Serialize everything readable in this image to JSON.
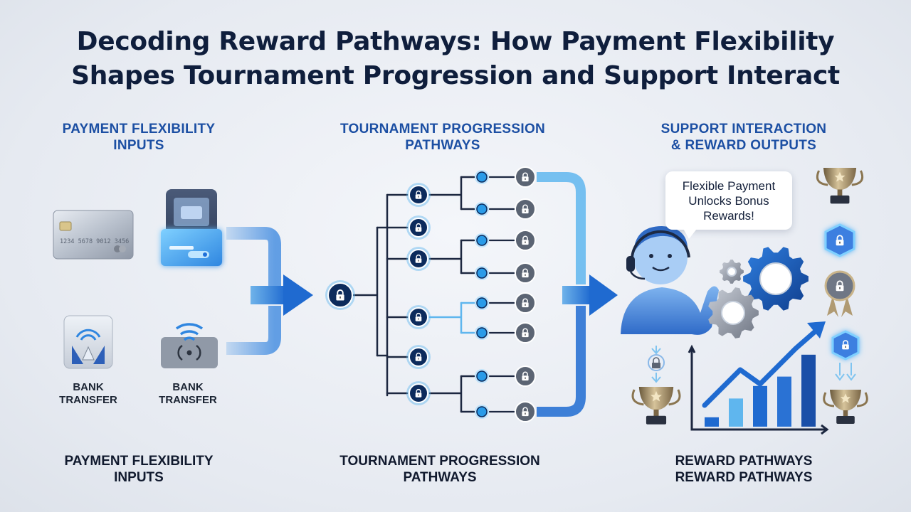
{
  "title": {
    "line1": "Decoding Reward Pathways: How Payment Flexibility",
    "line2": "Shapes Tournament Progression and Support Interact"
  },
  "columns": {
    "inputs": {
      "head_line1": "PAYMENT FLEXIBILITY",
      "head_line2": "INPUTS",
      "foot_line1": "PAYMENT FLEXIBILITY",
      "foot_line2": "INPUTS"
    },
    "pathways": {
      "head_line1": "TOURNAMENT PROGRESSION",
      "head_line2": "PATHWAYS",
      "foot_line1": "TOURNAMENT PROGRESSION",
      "foot_line2": "PATHWAYS"
    },
    "outputs": {
      "head_line1": "SUPPORT INTERACTION",
      "head_line2": "& REWARD OUTPUTS",
      "foot_line1": "REWARD PATHWAYS",
      "foot_line2": "REWARD PATHWAYS"
    }
  },
  "payment_methods": [
    {
      "icon": "credit-card-icon",
      "label": ""
    },
    {
      "icon": "digital-wallet-icon",
      "label": ""
    },
    {
      "icon": "bank-transfer-icon",
      "label_line1": "BANK",
      "label_line2": "TRANSFER"
    },
    {
      "icon": "contactless-payment-icon",
      "label_line1": "BANK",
      "label_line2": "TRANSFER"
    }
  ],
  "card_number_text": "1234 5678 9012 3456",
  "support": {
    "bubble_line1": "Flexible Payment",
    "bubble_line2": "Unlocks Bonus",
    "bubble_line3": "Rewards!"
  },
  "growth_chart": {
    "bars": [
      0.12,
      0.36,
      0.52,
      0.64,
      0.92
    ],
    "trend": "up"
  },
  "colors": {
    "title": "#0f1e3c",
    "heading_blue": "#1c4fa3",
    "accent_blue": "#1e6fd9",
    "light_blue": "#5fb6ee",
    "node_dark": "#0c2b5c",
    "lock_gray": "#5b6473",
    "line_dark": "#1c2740"
  }
}
